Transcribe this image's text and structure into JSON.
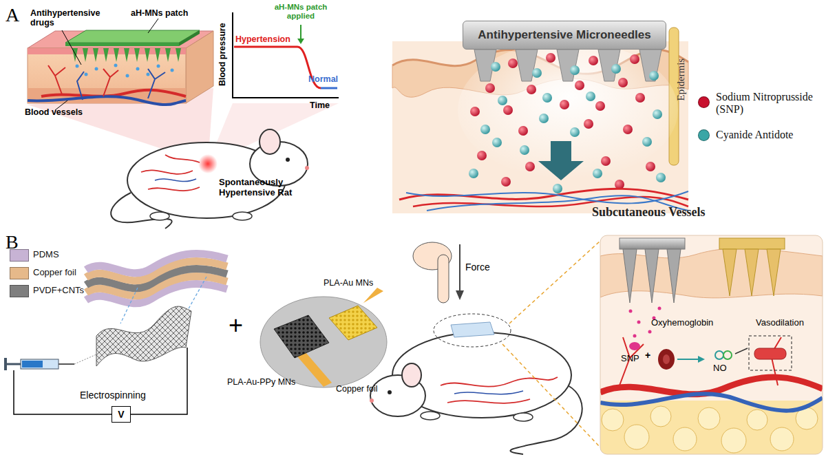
{
  "diagram": {
    "nodes": [
      {
        "text": [
          "Antihypertensive Microneedles"
        ]
      },
      {
        "text": [
          "V"
        ]
      }
    ],
    "labels": [
      "A",
      "Antihypertensive drugs",
      "aH-MNs patch",
      "Blood vessels",
      "Blood pressure",
      "Hypertension",
      "aH-MNs patch applied",
      "Normal",
      "Time",
      "Spontaneously Hypertensive Rat",
      "Epidermis",
      "Subcutaneous Vessels",
      "B",
      "Electrospinning",
      "+",
      "PLA-Au MNs",
      "PLA-Au-PPy MNs",
      "Copper foil",
      "Force",
      "Oxyhemoglobin",
      "SNP",
      "NO",
      "Vasodilation",
      "+"
    ],
    "legend": [
      {
        "text": "Sodium Nitroprusside (SNP)",
        "color": "#c8102e"
      },
      {
        "text": "Cyanide Antidote",
        "color": "#3aa6a6"
      },
      {
        "text": "PDMS",
        "color": "#c7b3d4"
      },
      {
        "text": "Copper foil",
        "color": "#e6b98a"
      },
      {
        "text": "PVDF+CNTs",
        "color": "#7f7f7f"
      }
    ]
  }
}
